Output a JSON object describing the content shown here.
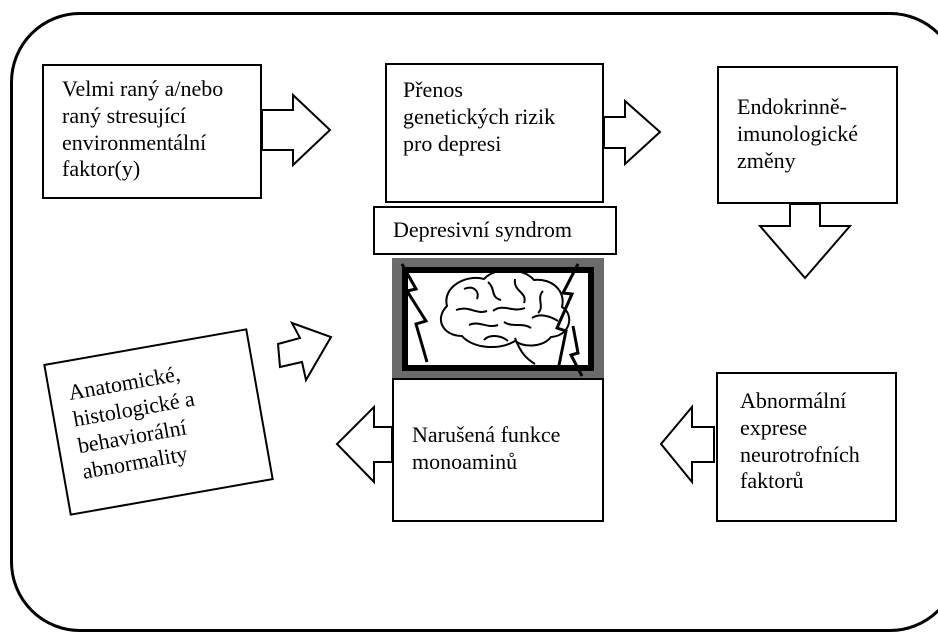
{
  "boxes": {
    "environment": "Velmi raný a/nebo\nraný stresující\nenvironmentální\nfaktor(y)",
    "genetic": "Přenos\ngenetických rizik\npro depresi",
    "endocrine": "Endokrinně-\nimunologické\nzměny",
    "syndrome": "Depresivní syndrom",
    "anatomic": "Anatomické,\nhistologické a\nbehaviorální\nabnormality",
    "monoamine": "Narušená funkce\nmonoaminů",
    "neurotrophic": "Abnormální\nexprese\nneurotrofních\nfaktorů"
  },
  "colors": {
    "stroke": "#000000",
    "fill": "#ffffff",
    "brain_background": "#6b6b6b"
  },
  "icons": {
    "brain": "brain-icon",
    "lightning": "lightning-bolt-icon"
  }
}
